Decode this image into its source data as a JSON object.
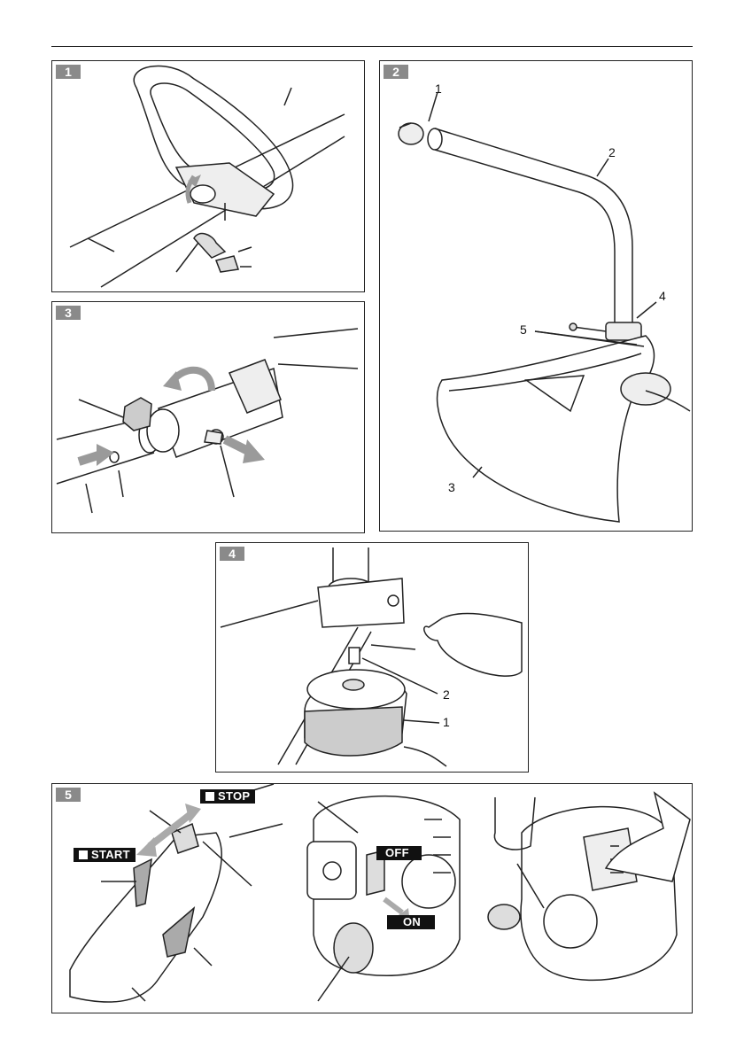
{
  "figures": [
    {
      "number": "1"
    },
    {
      "number": "2",
      "callouts": [
        "1",
        "2",
        "3",
        "4",
        "5"
      ]
    },
    {
      "number": "3"
    },
    {
      "number": "4",
      "callouts": [
        "1",
        "2"
      ]
    },
    {
      "number": "5",
      "labels": {
        "stop": "STOP",
        "start": "START",
        "off": "OFF",
        "on": "ON"
      }
    }
  ],
  "colors": {
    "line": "#222222",
    "badge": "#8a8a8a",
    "arrow": "#9a9a9a",
    "shade": "#d8d8d8"
  }
}
